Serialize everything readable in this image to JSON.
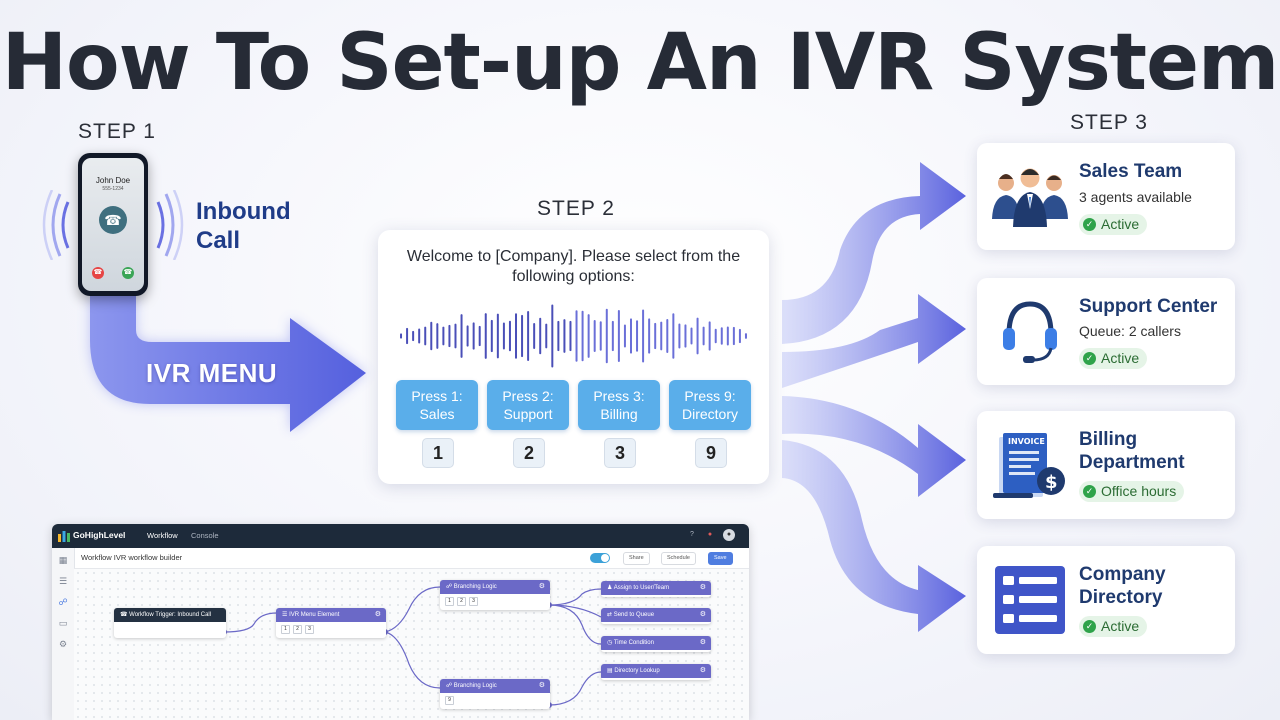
{
  "title": "How To Set-up An IVR System",
  "step1": {
    "label": "STEP 1",
    "caller_name": "John Doe",
    "caller_number": "555-1234",
    "inbound_line1": "Inbound",
    "inbound_line2": "Call",
    "arrow_label": "IVR MENU"
  },
  "step2": {
    "label": "STEP 2",
    "prompt": "Welcome to [Company]. Please select from the following options:",
    "options": [
      {
        "line1": "Press 1:",
        "line2": "Sales",
        "key": "1"
      },
      {
        "line1": "Press 2:",
        "line2": "Support",
        "key": "2"
      },
      {
        "line1": "Press 3:",
        "line2": "Billing",
        "key": "3"
      },
      {
        "line1": "Press 9:",
        "line2": "Directory",
        "key": "9"
      }
    ]
  },
  "step3": {
    "label": "STEP 3",
    "destinations": [
      {
        "title_line1": "Sales Team",
        "title_line2": "",
        "subtitle": "3 agents available",
        "status": "Active",
        "icon": "team-icon"
      },
      {
        "title_line1": "Support Center",
        "title_line2": "",
        "subtitle": "Queue: 2 callers",
        "status": "Active",
        "icon": "headset-icon"
      },
      {
        "title_line1": "Billing",
        "title_line2": "Department",
        "subtitle": "",
        "status": "Office hours",
        "icon": "invoice-icon",
        "icon_text": "INVOICE"
      },
      {
        "title_line1": "Company",
        "title_line2": "Directory",
        "subtitle": "",
        "status": "Active",
        "icon": "directory-icon"
      }
    ]
  },
  "builder": {
    "brand": "GoHighLevel",
    "tabs": [
      "Workflow",
      "Console"
    ],
    "title": "Workflow IVR workflow builder",
    "buttons": {
      "share": "Share",
      "schedule": "Schedule",
      "save": "Save"
    },
    "nodes": {
      "trigger": "Workflow Trigger: Inbound Call",
      "ivr_menu": "IVR Menu Element",
      "ivr_menu_keys": [
        "1",
        "2",
        "3"
      ],
      "branch_top": "Branching Logic",
      "branch_top_keys": [
        "1",
        "2",
        "3"
      ],
      "branch_bottom": "Branching Logic",
      "branch_bottom_keys": [
        "9"
      ],
      "assign": "Assign to User/Team",
      "queue": "Send to Queue",
      "time_condition": "Time Condition",
      "directory_lookup": "Directory Lookup"
    }
  },
  "colors": {
    "flow_arrow": "#5b63e0",
    "press_button": "#5aaeea",
    "dest_title": "#1f3a6e",
    "status_green": "#2fa34a",
    "node_purple": "#6b69c7",
    "node_dark": "#243142",
    "topbar": "#1d2a3a"
  }
}
